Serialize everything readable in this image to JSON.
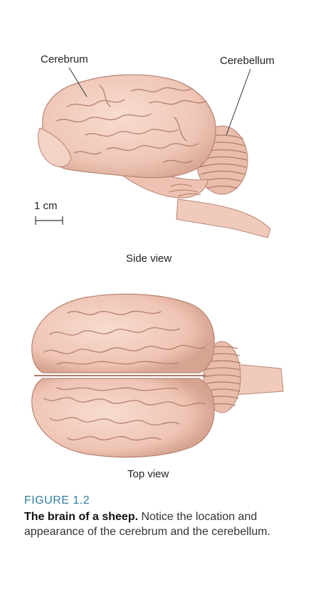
{
  "labels": {
    "cerebrum": "Cerebrum",
    "cerebellum": "Cerebellum",
    "scale": "1 cm",
    "side_view": "Side view",
    "top_view": "Top view"
  },
  "figure": {
    "number": "FIGURE 1.2",
    "caption_bold": "The brain of a sheep.",
    "caption_text": " Notice the location and appearance of the cerebrum and the cerebellum."
  },
  "colors": {
    "brain_fill": "#f1cdbf",
    "brain_shadow": "#d9a896",
    "brain_line": "#b88472",
    "accent": "#2f7fa3"
  }
}
